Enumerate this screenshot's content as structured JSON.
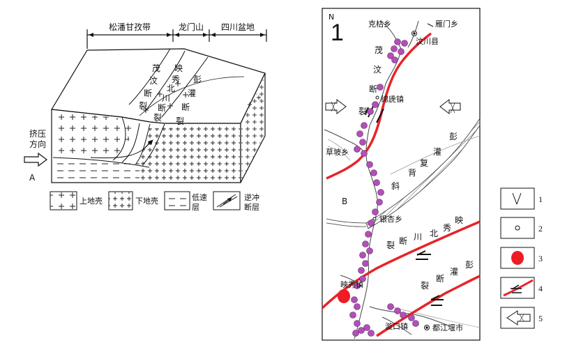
{
  "section": {
    "zones": [
      "松潘甘孜带",
      "龙门山",
      "四川盆地"
    ],
    "fault_maowen": [
      "茂",
      "汶",
      "断",
      "裂"
    ],
    "fault_yingxiu_beichuan": [
      "映",
      "秀",
      "北",
      "川",
      "断",
      "裂"
    ],
    "fault_pengguan": [
      "彭",
      "灌",
      "断",
      "裂"
    ],
    "compression_label": [
      "挤压",
      "方向"
    ],
    "corner_label": "A",
    "legend": {
      "upper_crust": "上地壳",
      "lower_crust": "下地壳",
      "low_velocity": [
        "低速",
        "层"
      ],
      "thrust_fault": [
        "逆冲",
        "断层"
      ]
    }
  },
  "map": {
    "panel_number": "1",
    "north": "N",
    "places": {
      "kezhi": "克枯乡",
      "yanmen": "雁门乡",
      "wenchuan": "汶川县",
      "mianchi": "绵虒镇",
      "caopo": "草坡乡",
      "yinxing": "银杏乡",
      "yingxiu": "映秀镇",
      "xuankou": "漩口镇",
      "dujiangyan": "都江堰市"
    },
    "label_b": "B",
    "maowen_fault": [
      "茂",
      "汶",
      "断",
      "裂"
    ],
    "pengguan_anticline": [
      "彭",
      "灌",
      "复",
      "背",
      "斜"
    ],
    "yingxiu_fault": [
      "映",
      "秀",
      "北",
      "川",
      "断",
      "裂"
    ],
    "pengguan_fault": [
      "彭",
      "灌",
      "断",
      "裂"
    ]
  },
  "legend": [
    "1",
    "2",
    "3",
    "4",
    "5"
  ],
  "colors": {
    "fault_red": "#e8232a",
    "epicenter_purple": "#b24fb8",
    "epicenter_red": "#ee1c25"
  }
}
